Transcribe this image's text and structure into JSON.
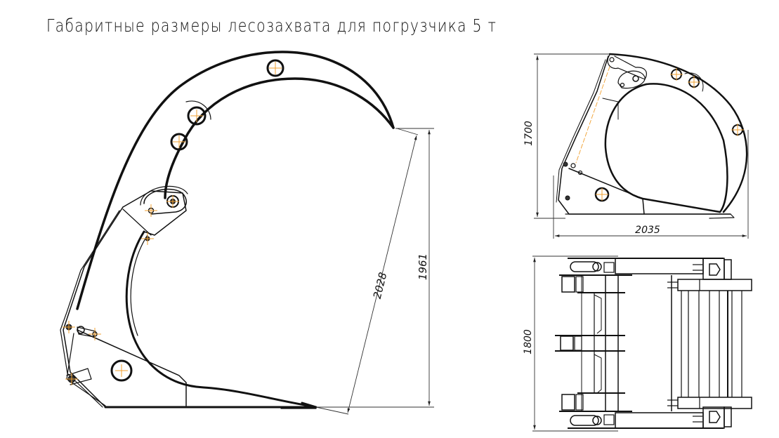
{
  "title": "Габаритные размеры лесозахвата для погрузчика 5 т",
  "views": {
    "side_main": {
      "label": "side view (large)",
      "dimensions": {
        "height": "1961",
        "diagonal_opening": "2028"
      }
    },
    "side_small": {
      "label": "side view (small)",
      "dimensions": {
        "height": "1700",
        "length": "2035"
      }
    },
    "top": {
      "label": "top view",
      "dimensions": {
        "width": "1800"
      }
    }
  },
  "colors": {
    "line": "#111111",
    "center_marks": "#f0a030",
    "dimension_line": "#333333",
    "background": "#ffffff"
  }
}
